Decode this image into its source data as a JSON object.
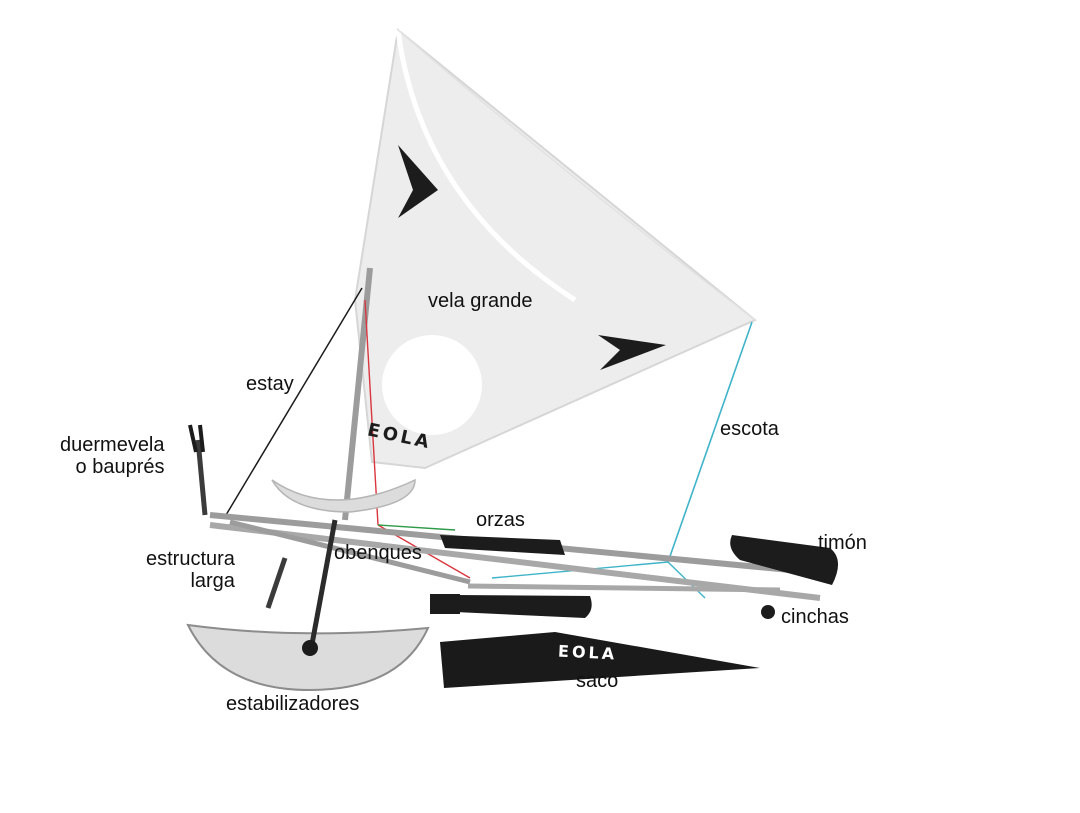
{
  "labels": {
    "vela_grande": "vela grande",
    "estay": "estay",
    "escota": "escota",
    "duermevela_line1": "duermevela",
    "duermevela_line2": "o bauprés",
    "orzas": "orzas",
    "timon": "timón",
    "estructura_line1": "estructura",
    "estructura_line2": "larga",
    "obenques": "obenques",
    "cinchas": "cinchas",
    "saco": "saco",
    "estabilizadores": "estabilizadores"
  },
  "brand": {
    "sail_text": "EOLA",
    "bag_text": "EOLA"
  },
  "colors": {
    "sail": "#ededed",
    "sail_edge": "#d6d6d6",
    "frame": "#9c9c9c",
    "float": "#dcdcdc",
    "dark": "#1c1c1c",
    "escota_line": "#3fb3c9",
    "obenque_red": "#d9363e",
    "obenque_green": "#2f9a48"
  }
}
